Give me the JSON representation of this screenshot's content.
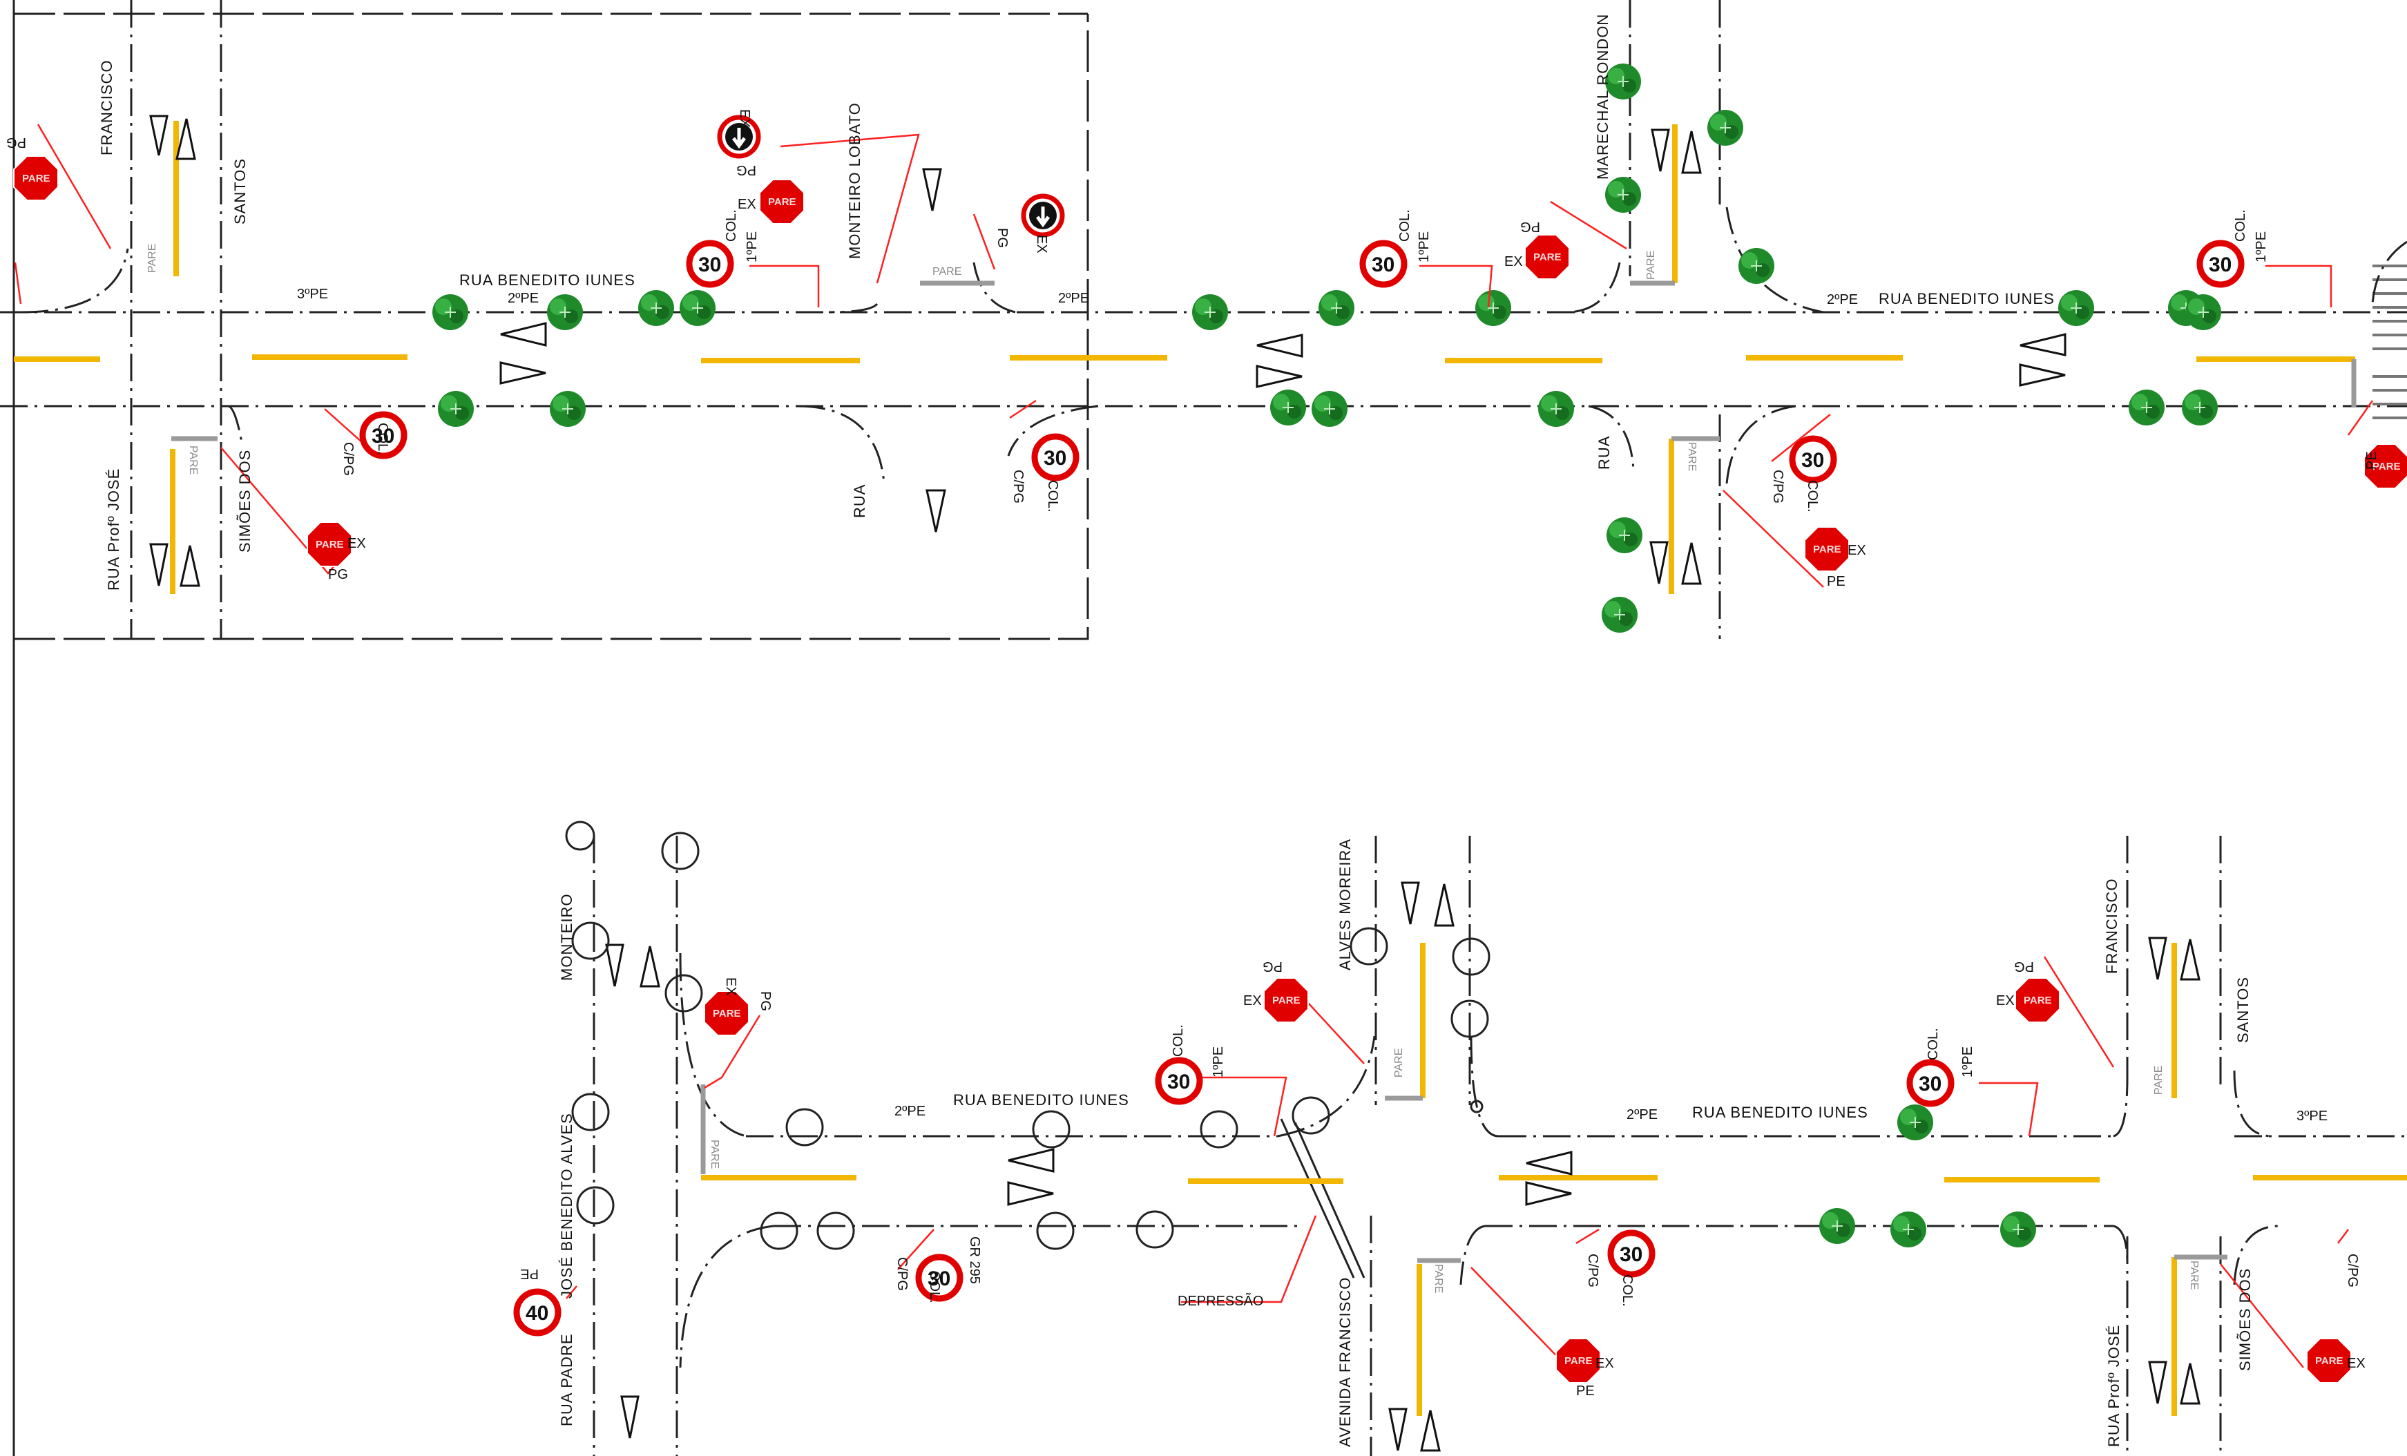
{
  "colors": {
    "background": "#ffffff",
    "road_line": "#222222",
    "yellow_mark": "#f2b705",
    "sign_red": "#e00000",
    "leader_red": "#ff2020",
    "tree_green": "#1f8a2a",
    "pare_gray": "#9a9a9a"
  },
  "top_panel": {
    "street_labels": [
      "FRANCISCO",
      "SANTOS",
      "RUA BENEDITO IUNES",
      "MONTEIRO LOBATO",
      "MARECHAL RONDON",
      "RUA BENEDITO IUNES",
      "RUA Profº JOSÉ",
      "SIMÕES DOS",
      "RUA",
      "RUA"
    ],
    "notes": [
      "3ºPE",
      "2ºPE",
      "1ºPE",
      "2ºPE",
      "1ºPE",
      "2ºPE",
      "1ºPE",
      "COL.",
      "COL.",
      "COL.",
      "COL.",
      "COL.",
      "COL.",
      "C/PG",
      "C/PG",
      "C/PG",
      "EX",
      "EX",
      "EX",
      "EX",
      "EX",
      "EX",
      "PG",
      "PG",
      "PG",
      "PG",
      "PG",
      "PE",
      "PE"
    ],
    "speed_signs": [
      "30",
      "30",
      "30",
      "30",
      "30",
      "30"
    ],
    "one_way_signs": [
      "EX",
      "EX"
    ]
  },
  "bottom_panel": {
    "street_labels": [
      "MONTEIRO",
      "JOSÉ BENEDITO ALVES",
      "RUA PADRE",
      "RUA BENEDITO IUNES",
      "ALVES MOREIRA",
      "AVENIDA FRANCISCO",
      "RUA BENEDITO IUNES",
      "FRANCISCO",
      "SANTOS",
      "RUA Profº JOSÉ",
      "SIMÕES DOS"
    ],
    "notes": [
      "2ºPE",
      "1ºPE",
      "2ºPE",
      "1ºPE",
      "3ºPE",
      "COL.",
      "COL.",
      "COL.",
      "COL.",
      "C/PG",
      "C/PG",
      "C/PG",
      "GR 295",
      "DEPRESSÃO",
      "EX",
      "EX",
      "EX",
      "EX",
      "EX",
      "PG",
      "PG",
      "PG",
      "PE",
      "PE"
    ],
    "speed_signs": [
      "30",
      "30",
      "30",
      "30",
      "40"
    ]
  },
  "stop_sign_text": "PARE",
  "pavement_text": "PARE"
}
